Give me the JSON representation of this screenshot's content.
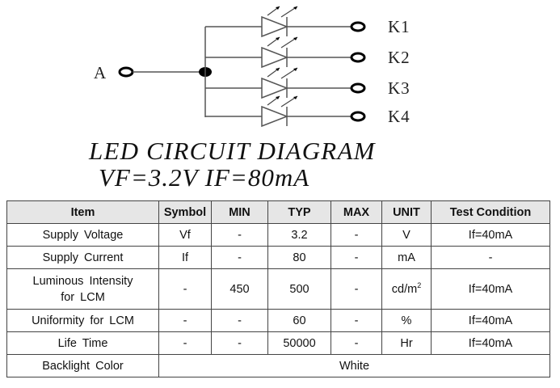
{
  "diagram": {
    "anode_label": "A",
    "cathode_labels": [
      "K1",
      "K2",
      "K3",
      "K4"
    ],
    "led_count": 4,
    "title": "LED CIRCUIT DIAGRAM",
    "subtitle": "VF=3.2V IF=80mA"
  },
  "table": {
    "headers": [
      "Item",
      "Symbol",
      "MIN",
      "TYP",
      "MAX",
      "UNIT",
      "Test Condition"
    ],
    "rows": [
      {
        "item": "Supply Voltage",
        "symbol": "Vf",
        "min": "-",
        "typ": "3.2",
        "max": "-",
        "unit": "V",
        "condition": "If=40mA"
      },
      {
        "item": "Supply Current",
        "symbol": "If",
        "min": "-",
        "typ": "80",
        "max": "-",
        "unit": "mA",
        "condition": "-"
      },
      {
        "item_line1": "Luminous Intensity",
        "item_line2": "for LCM",
        "symbol": "-",
        "min": "450",
        "typ": "500",
        "max": "-",
        "unit_base": "cd/m",
        "unit_sup": "2",
        "condition": "If=40mA"
      },
      {
        "item": "Uniformity for LCM",
        "symbol": "-",
        "min": "-",
        "typ": "60",
        "max": "-",
        "unit": "%",
        "condition": "If=40mA"
      },
      {
        "item": "Life Time",
        "symbol": "-",
        "min": "-",
        "typ": "50000",
        "max": "-",
        "unit": "Hr",
        "condition": "If=40mA"
      }
    ],
    "backlight": {
      "label": "Backlight Color",
      "value": "White"
    }
  }
}
